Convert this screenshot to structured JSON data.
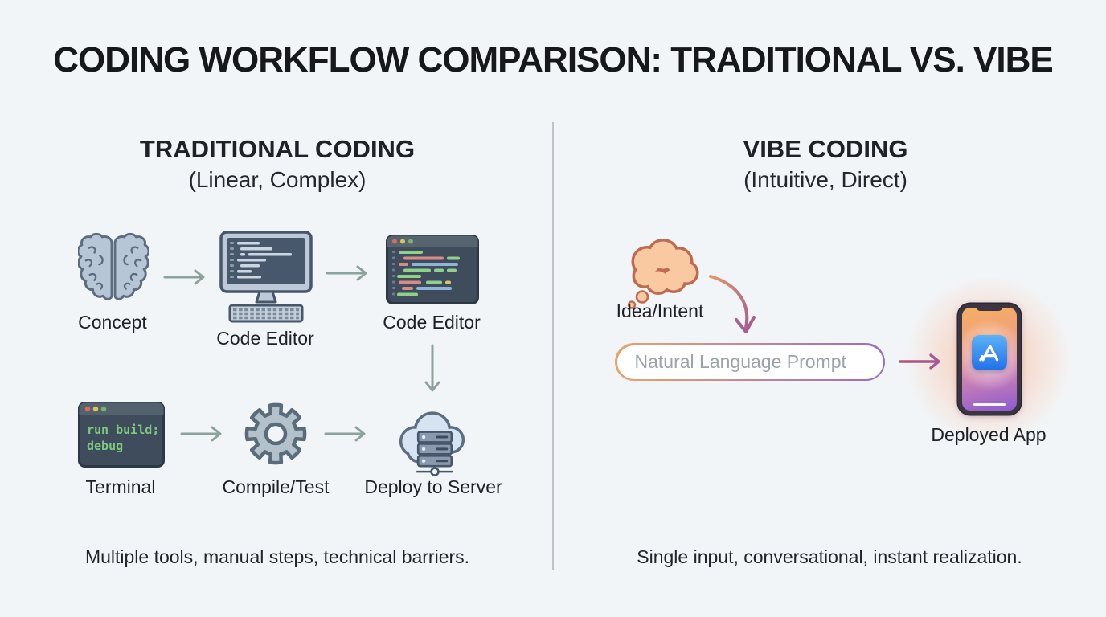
{
  "title": "CODING WORKFLOW COMPARISON: TRADITIONAL VS. VIBE",
  "left": {
    "heading": "TRADITIONAL CODING",
    "subheading": "(Linear, Complex)",
    "labels": {
      "concept": "Concept",
      "code_editor_monitor": "Code Editor",
      "code_editor_window": "Code Editor",
      "terminal": "Terminal",
      "compile_test": "Compile/Test",
      "deploy_to_server": "Deploy to Server"
    },
    "terminal_code": {
      "line1": "run build;",
      "line2": "debug"
    },
    "caption": "Multiple tools, manual steps, technical barriers."
  },
  "right": {
    "heading": "VIBE CODING",
    "subheading": "(Intuitive, Direct)",
    "labels": {
      "idea_intent": "Idea/Intent",
      "deployed_app": "Deployed App"
    },
    "prompt": {
      "placeholder": "Natural Language Prompt"
    },
    "caption": "Single input, conversational, instant realization."
  },
  "icons": {
    "concept": "brain-icon",
    "code_editor_monitor": "desktop-code-icon",
    "code_editor_window": "code-window-icon",
    "terminal": "terminal-window-icon",
    "compile_test": "gear-icon",
    "deploy_to_server": "cloud-server-icon",
    "idea_intent": "thought-bubble-icon",
    "deployed_app": "smartphone-appstore-icon",
    "flow": "arrow-right-icon"
  },
  "colors": {
    "background": "#f2f5f7",
    "heading_text": "#17191d",
    "arrow_gray": "#8ba39b",
    "icon_outline": "#556779",
    "icon_fill": "#b7c6d6",
    "window_dark": "#3e4c5c",
    "terminal_green": "#7ec97e",
    "bubble_fill": "#f9c9a2",
    "bubble_outline": "#bf6a52",
    "gradient_orange": "#e8a46a",
    "gradient_purple": "#9a6bbf",
    "arrow_purple": "#8a3f9e"
  }
}
